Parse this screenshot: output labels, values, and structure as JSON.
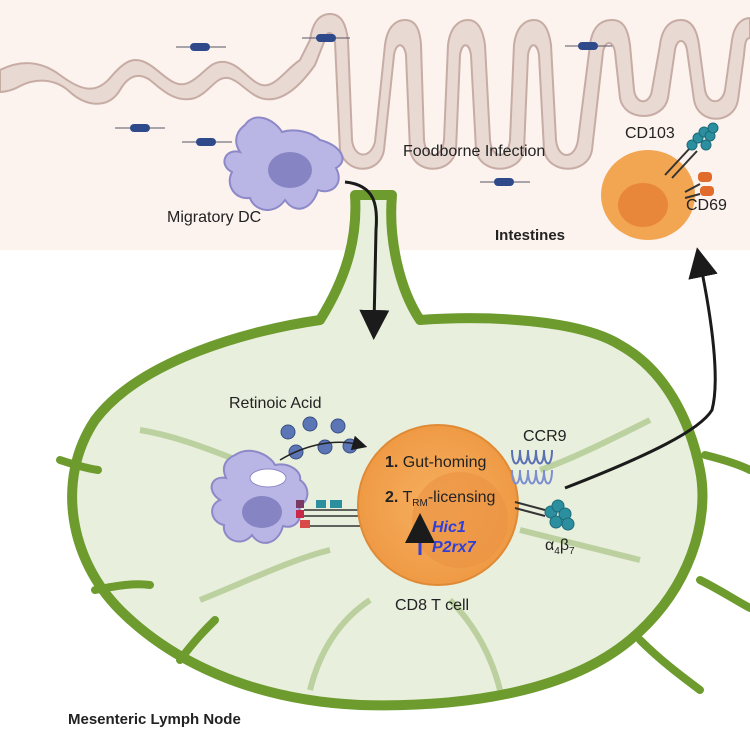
{
  "labels": {
    "foodborne": "Foodborne Infection",
    "migratory_dc": "Migratory DC",
    "intestines": "Intestines",
    "cd103": "CD103",
    "cd69": "CD69",
    "retinoic_acid": "Retinoic Acid",
    "ccr9": "CCR9",
    "step1_num": "1.",
    "step1_text": "Gut-homing",
    "step2_num": "2.",
    "step2_t": "T",
    "step2_sub": "RM",
    "step2_rest": "-licensing",
    "gene1": "Hic1",
    "gene2": "P2rx7",
    "integrin_a": "α",
    "integrin_a_sub": "4",
    "integrin_b": "β",
    "integrin_b_sub": "7",
    "cd8": "CD8 T cell",
    "mln": "Mesenteric Lymph Node"
  },
  "colors": {
    "villi_fill": "#e9d9d3",
    "villi_outline": "#c7aca4",
    "intestine_bg": "#fcf2ee",
    "node_fill": "#e8efdc",
    "node_capsule": "#6d9b2e",
    "tcell": "#f2a24d",
    "tcell_nucleus": "#e8863a",
    "dc": "#b9b6e6",
    "bacteria": "#2f4a8a",
    "gene_text": "#2f3fd8"
  }
}
